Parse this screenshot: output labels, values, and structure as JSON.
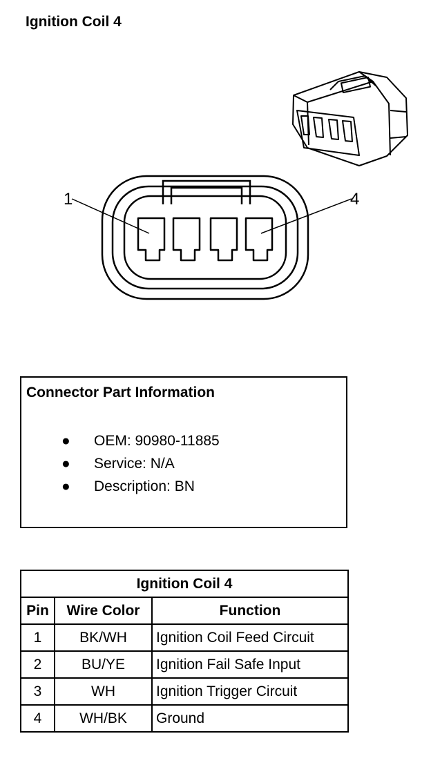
{
  "title": "Ignition Coil 4",
  "diagram": {
    "pin_first_label": "1",
    "pin_last_label": "4"
  },
  "connector_info": {
    "heading": "Connector Part Information",
    "items": [
      "OEM: 90980-11885",
      "Service: N/A",
      "Description: BN"
    ]
  },
  "pin_table": {
    "title": "Ignition Coil 4",
    "headers": [
      "Pin",
      "Wire Color",
      "Function"
    ],
    "rows": [
      {
        "pin": "1",
        "wire": "BK/WH",
        "function": "Ignition Coil Feed Circuit"
      },
      {
        "pin": "2",
        "wire": "BU/YE",
        "function": "Ignition Fail Safe Input"
      },
      {
        "pin": "3",
        "wire": "WH",
        "function": "Ignition Trigger Circuit"
      },
      {
        "pin": "4",
        "wire": "WH/BK",
        "function": "Ground"
      }
    ]
  }
}
